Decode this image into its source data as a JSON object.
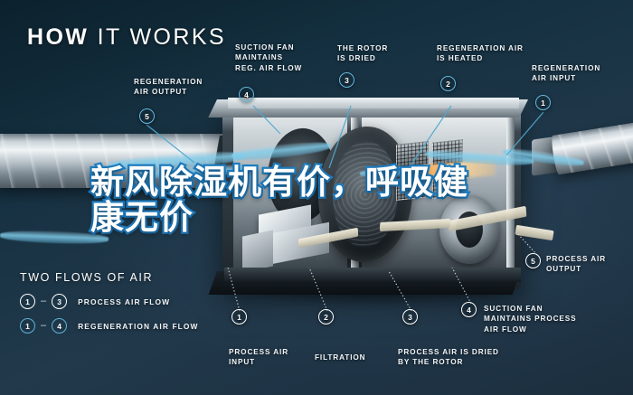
{
  "meta": {
    "background_dark": "#13303f",
    "accent_blue": "#5fb2d8",
    "text_white": "#f0f4f7",
    "overlay_outline": "#1f7fc4"
  },
  "header": {
    "title_bold": "HOW",
    "title_light": " IT WORKS"
  },
  "overlay": {
    "line1": "新风除湿机有价，呼吸健",
    "line2": "康无价"
  },
  "callouts": [
    {
      "id": "regeneration-air-output",
      "marker": "5",
      "type": "regen",
      "text": "REGENERATION\nAIR OUTPUT"
    },
    {
      "id": "suction-fan-reg",
      "marker": "4",
      "type": "regen",
      "text": "SUCTION FAN\nMAINTAINS\nREG. AIR FLOW"
    },
    {
      "id": "rotor-dried",
      "marker": "3",
      "type": "regen",
      "text": "THE ROTOR\nIS DRIED"
    },
    {
      "id": "regeneration-air-heated",
      "marker": "2",
      "type": "regen",
      "text": "REGENERATION AIR\nIS HEATED"
    },
    {
      "id": "regeneration-air-input",
      "marker": "1",
      "type": "regen",
      "text": "REGENERATION\nAIR INPUT"
    },
    {
      "id": "process-air-output",
      "marker": "5",
      "type": "process",
      "text": "PROCESS AIR\nOUTPUT"
    },
    {
      "id": "suction-fan-process",
      "marker": "4",
      "type": "process",
      "text": "SUCTION FAN\nMAINTAINS PROCESS\nAIR FLOW"
    },
    {
      "id": "process-air-dried",
      "marker": "3",
      "type": "process",
      "text": "PROCESS AIR IS DRIED\nBY THE ROTOR"
    },
    {
      "id": "filtration",
      "marker": "2",
      "type": "process",
      "text": "FILTRATION"
    },
    {
      "id": "process-air-input",
      "marker": "1",
      "type": "process",
      "text": "PROCESS AIR\nINPUT"
    }
  ],
  "legend": {
    "title": "TWO FLOWS OF AIR",
    "rows": [
      {
        "from": "1",
        "to": "3",
        "dash": "–",
        "label": "PROCESS AIR FLOW",
        "type": "process"
      },
      {
        "from": "1",
        "to": "4",
        "dash": "–",
        "label": "REGENERATION AIR FLOW",
        "type": "regen"
      }
    ]
  }
}
